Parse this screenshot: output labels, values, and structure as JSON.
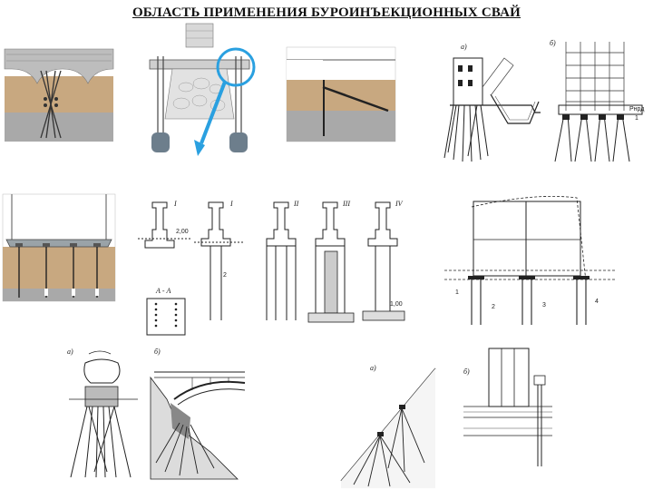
{
  "title": "ОБЛАСТЬ ПРИМЕНЕНИЯ БУРОИНЪЕКЦИОННЫХ СВАЙ",
  "colors": {
    "sky": "#ffffff",
    "soil": "#c8a880",
    "soil_dark": "#b89468",
    "rock": "#a9a9a9",
    "stone": "#bdbdbd",
    "accent": "#2aa0e0",
    "line": "#222222"
  },
  "labels": {
    "row1_fig5": {
      "a": "а)",
      "b": "б)"
    },
    "row1_fig6": {
      "num1": "Рнрд",
      "num2": "1"
    },
    "row2_fig2": {
      "c1": "I",
      "c2": "I",
      "c3": "II",
      "c4": "III",
      "c5": "IV",
      "section": "А - А",
      "elev1": "2,00",
      "elev2": "1,00",
      "mark": "2"
    },
    "row2_fig3": {
      "n1": "1",
      "n2": "2",
      "n3": "3",
      "n4": "4"
    },
    "row3": {
      "a": "а)",
      "b": "б)",
      "c": "а)",
      "d": "б)"
    }
  }
}
